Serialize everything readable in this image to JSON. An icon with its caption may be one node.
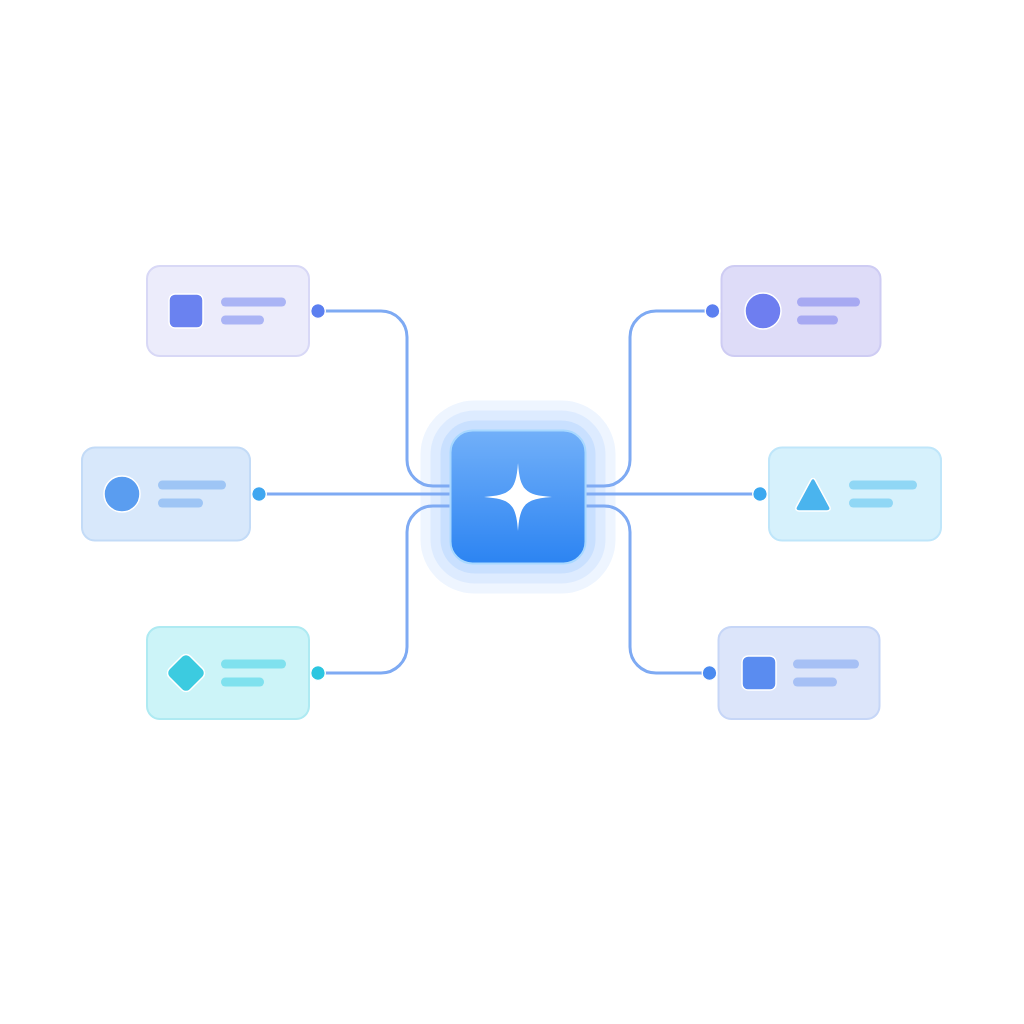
{
  "diagram": {
    "nodes": [
      {
        "text": [],
        "shape": "box"
      },
      {
        "text": [],
        "shape": "box"
      },
      {
        "text": [],
        "shape": "box"
      },
      {
        "text": [],
        "shape": "box"
      },
      {
        "text": [],
        "shape": "box"
      },
      {
        "text": [],
        "shape": "box"
      },
      {
        "text": [],
        "shape": "box"
      }
    ],
    "edges": [
      {
        "from": 3,
        "to": 0,
        "arrow": "other"
      },
      {
        "from": 3,
        "to": 1,
        "arrow": "other"
      },
      {
        "from": 3,
        "to": 2,
        "arrow": "other"
      },
      {
        "from": 3,
        "to": 4,
        "arrow": "other"
      },
      {
        "from": 3,
        "to": 5,
        "arrow": "other"
      },
      {
        "from": 3,
        "to": 6,
        "arrow": "other"
      }
    ]
  }
}
